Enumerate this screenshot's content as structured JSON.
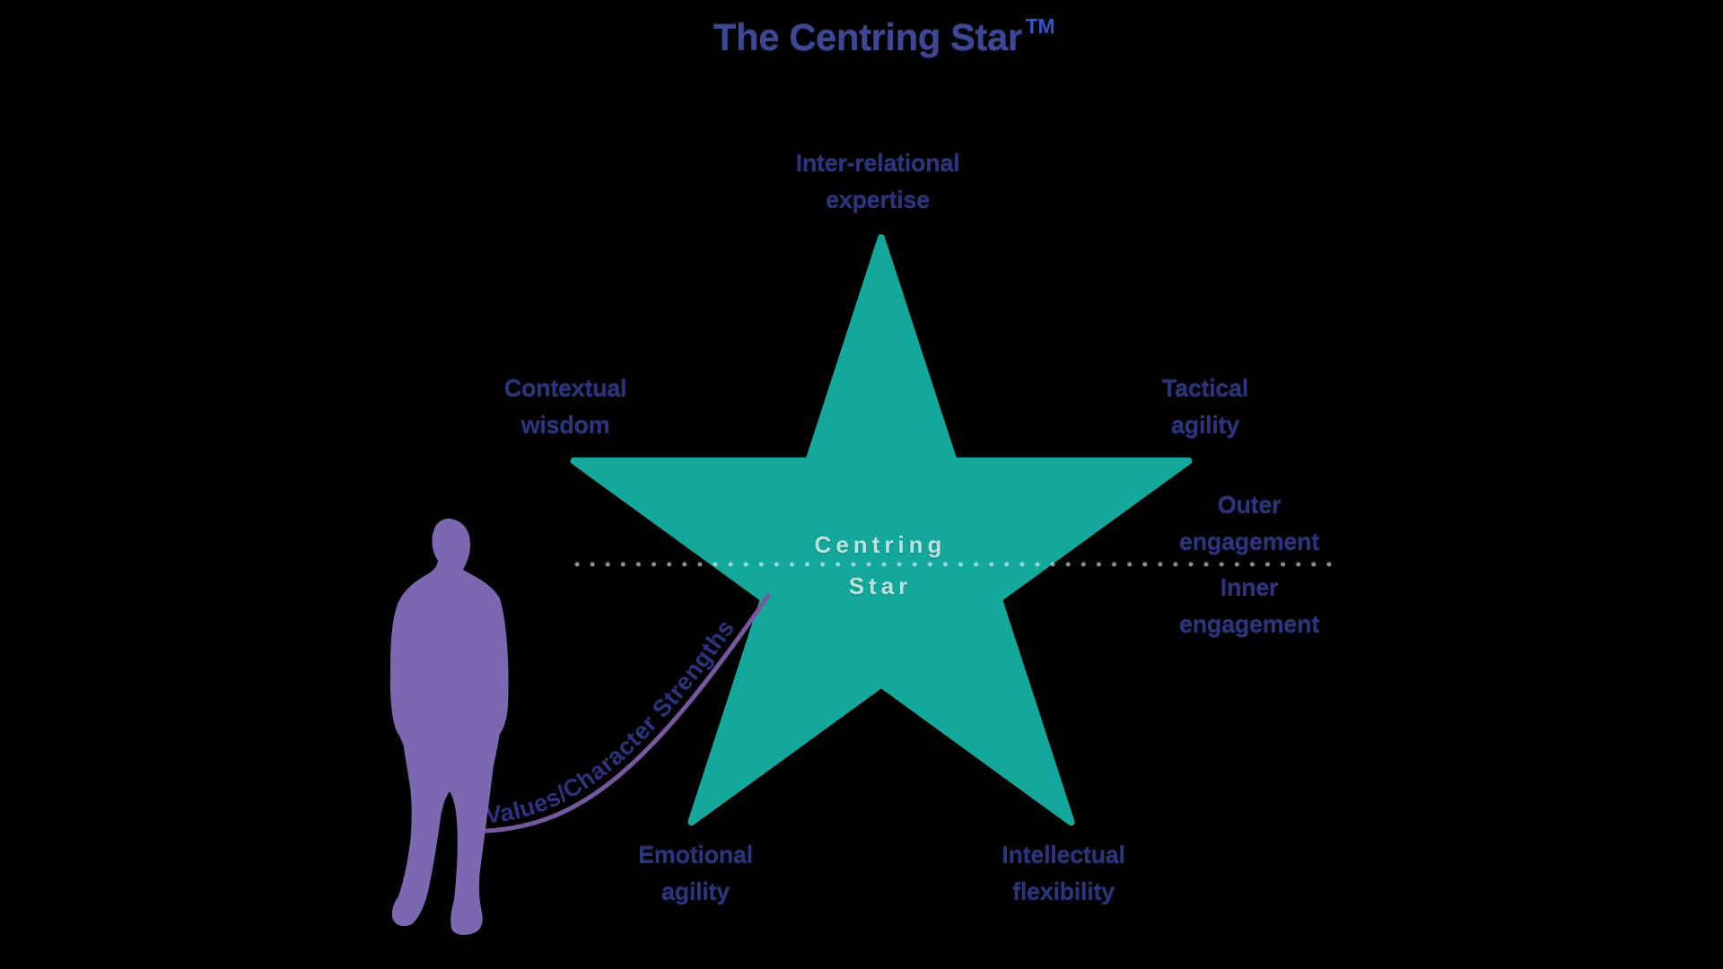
{
  "title": {
    "text": "The Centring Star",
    "tm": "TM"
  },
  "star": {
    "label": "Centring\nStar"
  },
  "labels": {
    "inter_relational": "Inter-relational\nexpertise",
    "contextual": "Contextual\nwisdom",
    "tactical": "Tactical\nagility",
    "outer": "Outer\nengagement",
    "inner": "Inner\nengagement",
    "emotional": "Emotional\nagility",
    "intellectual": "Intellectual\nflexibility",
    "curve": "Values/Character Strengths"
  },
  "colors": {
    "background": "#000000",
    "star_teal": "#14a89d",
    "label_navy": "#2b357f",
    "title_navy": "#3d4794",
    "trademark_blue": "#2e57c8",
    "person_purple": "#7c67b1",
    "curve_purple": "#75589f",
    "center_text": "#e2f5f3",
    "dotted_line": "#ffffff"
  }
}
